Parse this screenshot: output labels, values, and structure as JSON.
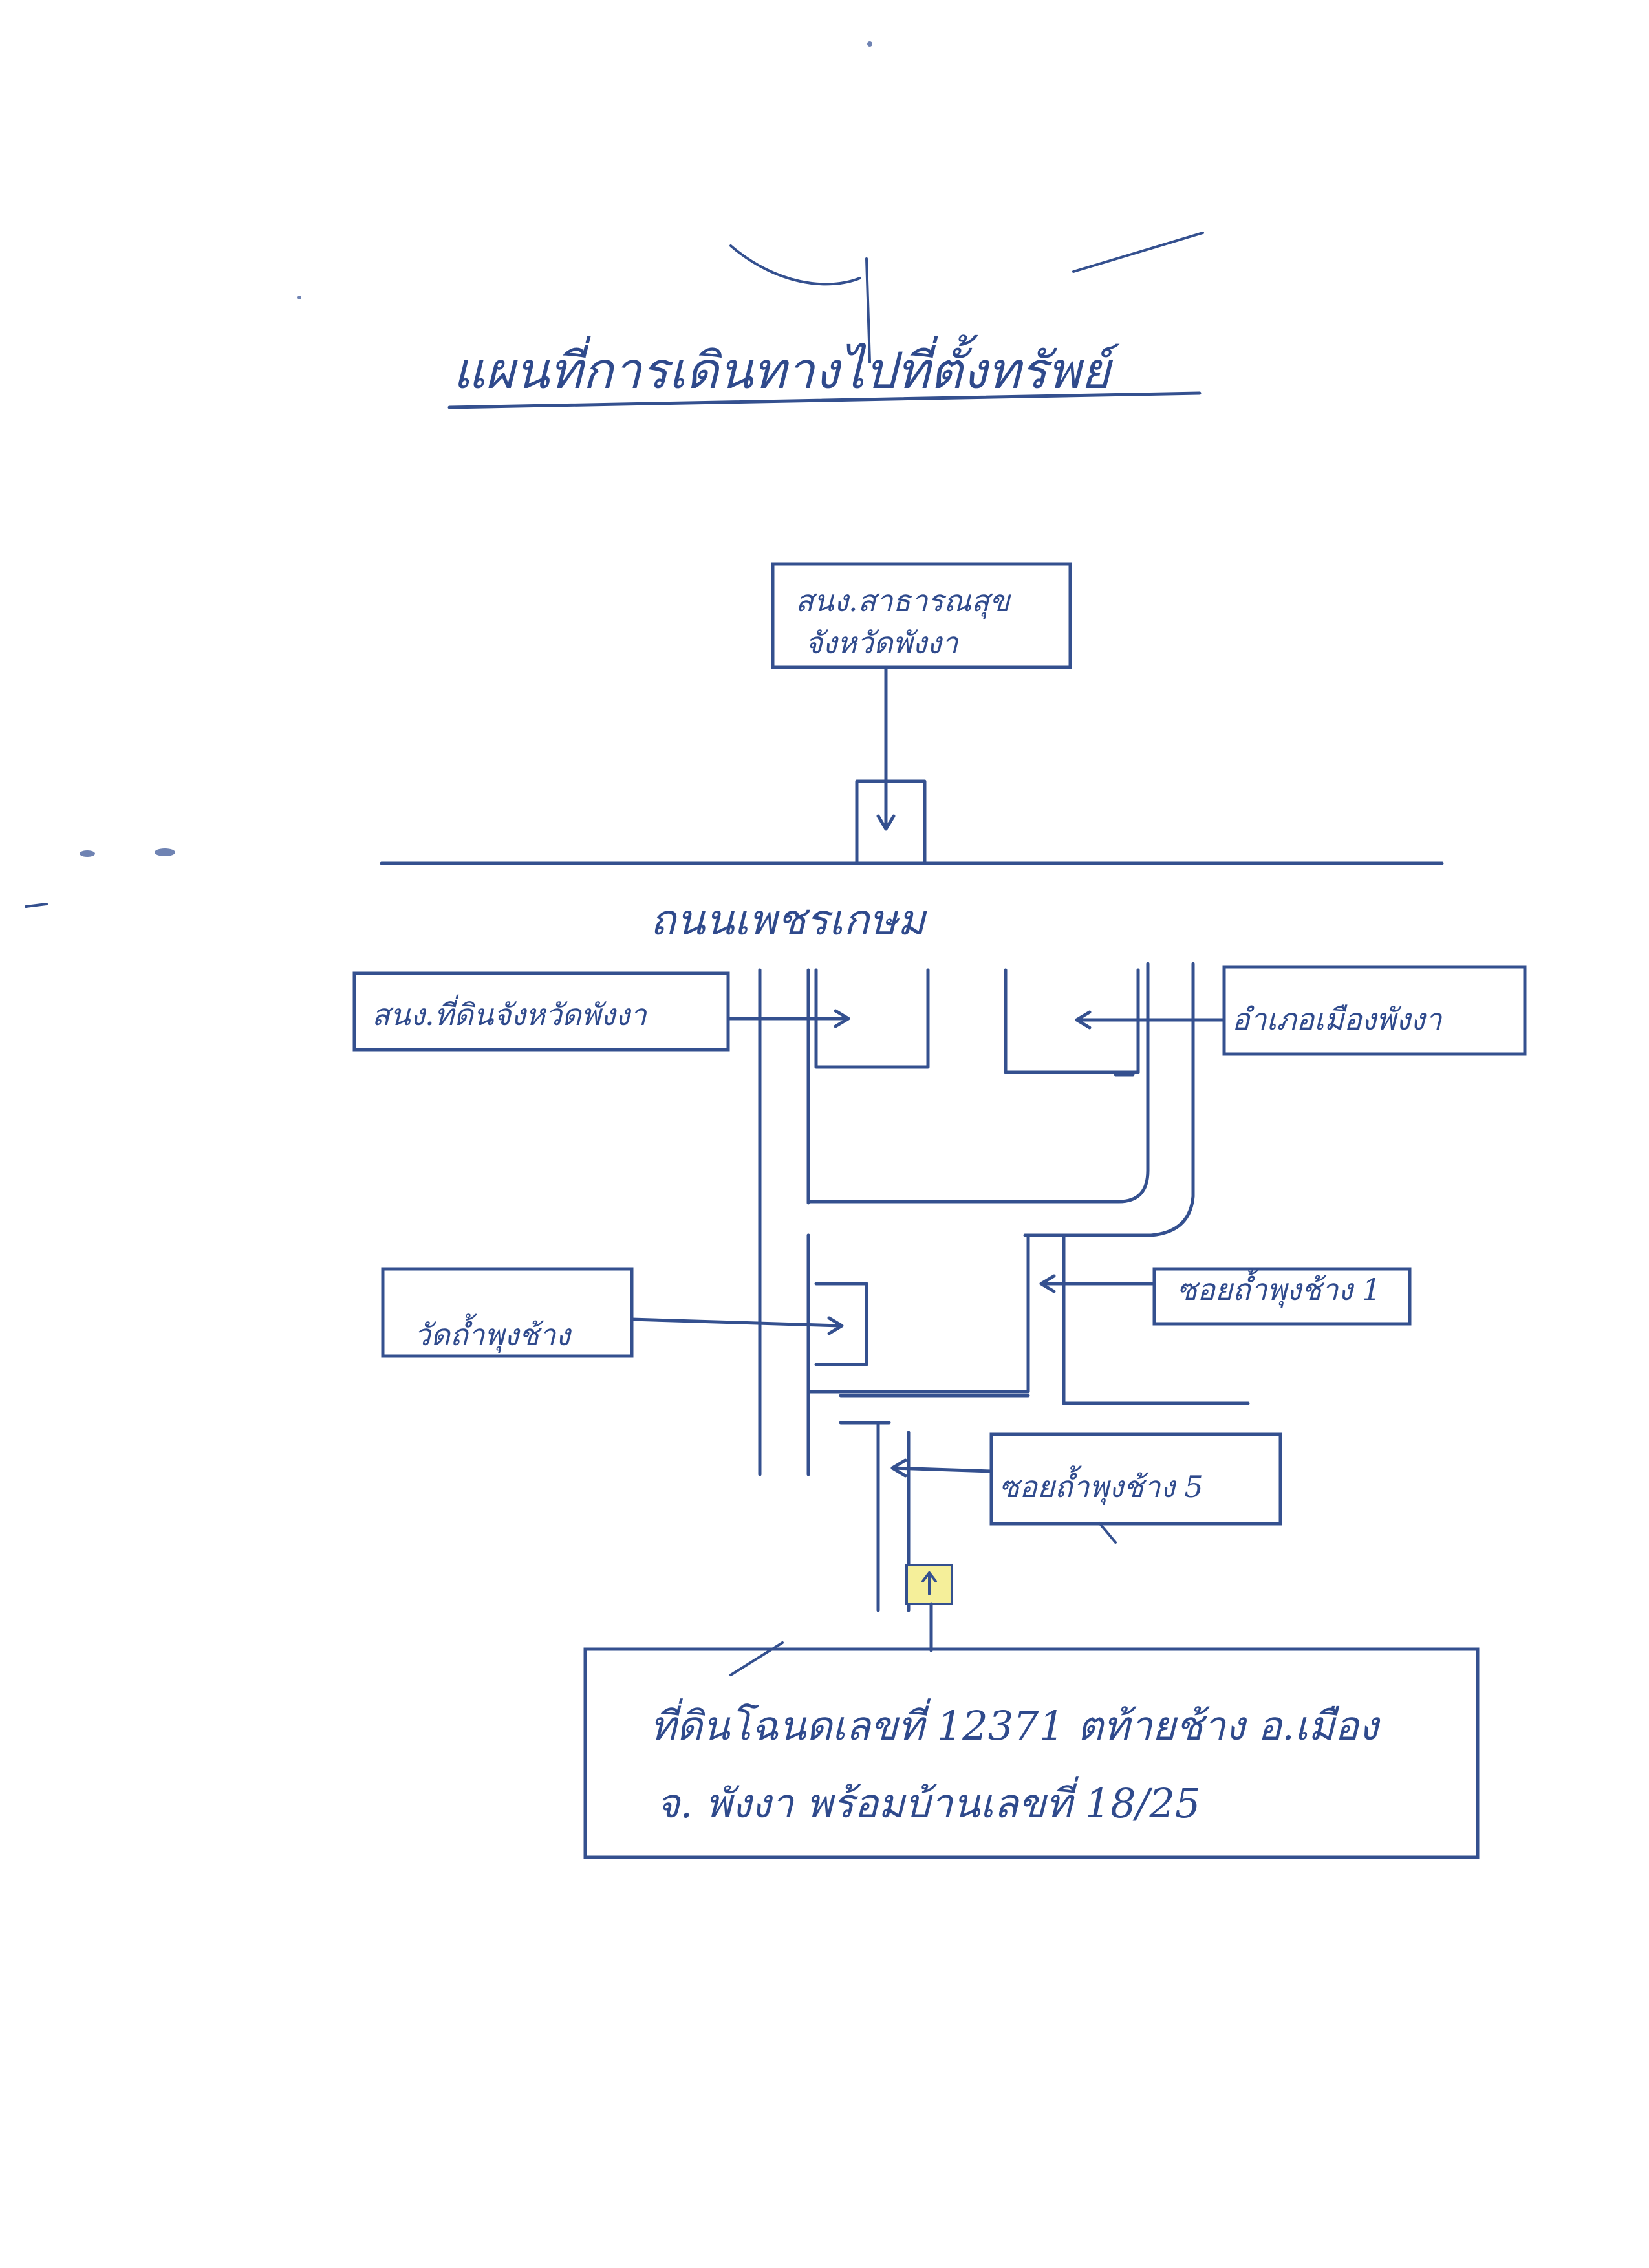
{
  "title": "แผนที่การเดินทางไปที่ตั้งทรัพย์",
  "road_label": "ถนนเพชรเกษม",
  "landmarks": {
    "health_office_line1": "สนง.สาธารณสุข",
    "health_office_line2": "จังหวัดพังงา",
    "land_office": "สนง.ที่ดินจังหวัดพังงา",
    "district_office": "อำเภอเมืองพังงา",
    "temple": "วัดถ้ำพุงช้าง",
    "soi_1": "ซอยถ้ำพุงช้าง 1",
    "soi_5": "ซอยถ้ำพุงช้าง 5"
  },
  "property": {
    "line1": "ที่ดินโฉนดเลขที่ 12371 ตท้ายช้าง อ.เมือง",
    "line2": "จ. พังงา พร้อมบ้านเลขที่ 18/25"
  },
  "colors": {
    "ink": "#2f4a8c",
    "target_fill": "#f5ef9a"
  }
}
